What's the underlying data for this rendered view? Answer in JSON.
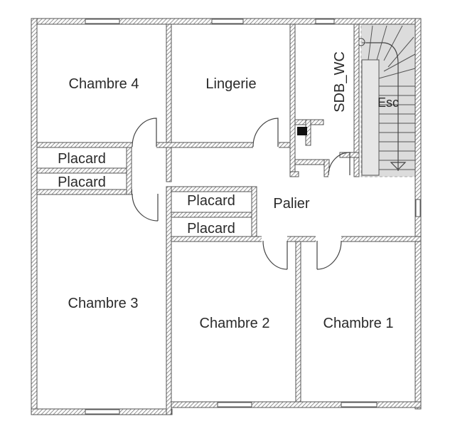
{
  "plan": {
    "colors": {
      "wall_stroke": "#555555",
      "hatch": "#777777",
      "stair_fill": "#dcdcdc",
      "text": "#2a2a2a",
      "background": "#ffffff"
    },
    "rooms": {
      "chambre4": "Chambre 4",
      "lingerie": "Lingerie",
      "sdb_wc": "SDB_WC",
      "esc": "Esc",
      "placard1": "Placard",
      "placard2": "Placard",
      "placard3": "Placard",
      "placard4": "Placard",
      "palier": "Palier",
      "chambre3": "Chambre 3",
      "chambre2": "Chambre 2",
      "chambre1": "Chambre 1"
    }
  }
}
